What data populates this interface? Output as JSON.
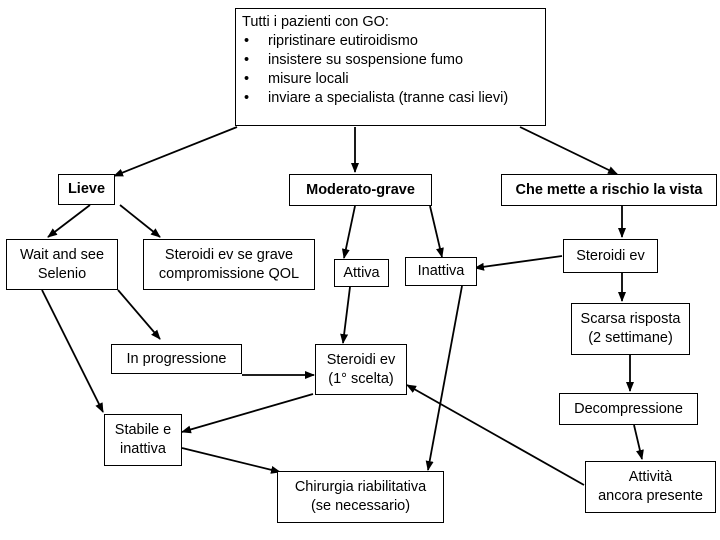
{
  "root": {
    "title": "Tutti i pazienti con GO:",
    "items": [
      "ripristinare eutiroidismo",
      "insistere su sospensione fumo",
      "misure locali",
      "inviare a specialista (tranne casi lievi)"
    ]
  },
  "nodes": {
    "lieve": [
      "Lieve"
    ],
    "moderato": [
      "Moderato-grave"
    ],
    "vista": [
      "Che mette a rischio la vista"
    ],
    "wait": [
      "Wait and see",
      "Selenio"
    ],
    "steroidi_qol": [
      "Steroidi ev se grave",
      "compromissione QOL"
    ],
    "attiva": [
      "Attiva"
    ],
    "inattiva": [
      "Inattiva"
    ],
    "steroidi_ev": [
      "Steroidi ev"
    ],
    "progressione": [
      "In progressione"
    ],
    "steroidi_prima": [
      "Steroidi ev",
      "(1° scelta)"
    ],
    "scarsa": [
      "Scarsa risposta",
      "(2 settimane)"
    ],
    "decompressione": [
      "Decompressione"
    ],
    "stabile": [
      "Stabile e",
      "inattiva"
    ],
    "chirurgia": [
      "Chirurgia riabilitativa",
      "(se necessario)"
    ],
    "attivita": [
      "Attività",
      "ancora presente"
    ]
  }
}
